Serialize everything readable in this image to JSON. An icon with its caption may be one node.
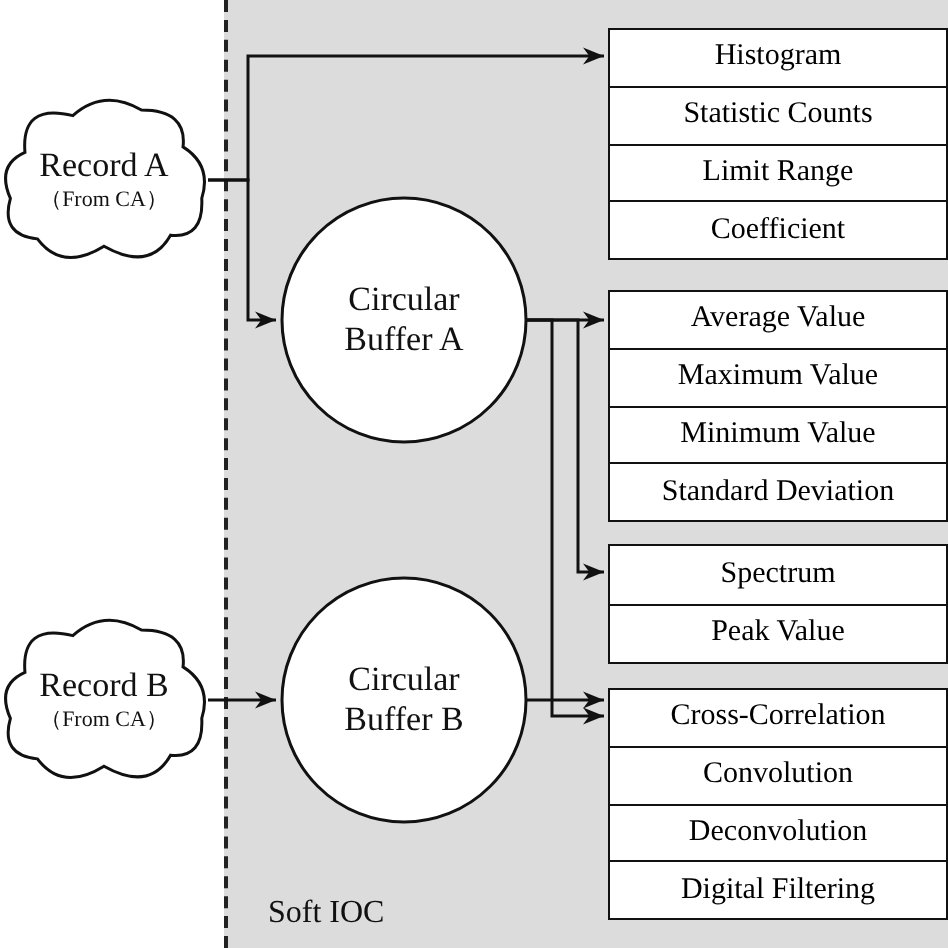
{
  "diagram": {
    "nodes": [
      {
        "text": [
          "Soft IOC"
        ]
      },
      {
        "text": [
          "Record A",
          "（From CA）"
        ]
      },
      {
        "text": [
          "Record B",
          "（From CA）"
        ]
      },
      {
        "text": [
          "Circular Buffer A"
        ],
        "in": 0
      },
      {
        "text": [
          "Circular Buffer B"
        ],
        "in": 0
      },
      {
        "text": [
          "Histogram",
          "Statistic Counts",
          "Limit Range",
          "Coefficient"
        ],
        "in": 0
      },
      {
        "text": [
          "Average Value",
          "Maximum Value",
          "Minimum Value",
          "Standard Deviation"
        ],
        "in": 0
      },
      {
        "text": [
          "Spectrum",
          "Peak Value"
        ],
        "in": 0
      },
      {
        "text": [
          "Cross-Correlation",
          "Convolution",
          "Deconvolution",
          "Digital Filtering"
        ],
        "in": 0
      }
    ],
    "edges": [
      {
        "from": 1,
        "to": 5,
        "arrow": "to"
      },
      {
        "from": 1,
        "to": 3,
        "arrow": "to"
      },
      {
        "from": 3,
        "to": 6,
        "arrow": "to"
      },
      {
        "from": 3,
        "to": 7,
        "arrow": "to"
      },
      {
        "from": 3,
        "to": 8,
        "arrow": "to"
      },
      {
        "from": 4,
        "to": 8,
        "arrow": "to"
      },
      {
        "from": 2,
        "to": 4,
        "arrow": "to"
      }
    ]
  }
}
